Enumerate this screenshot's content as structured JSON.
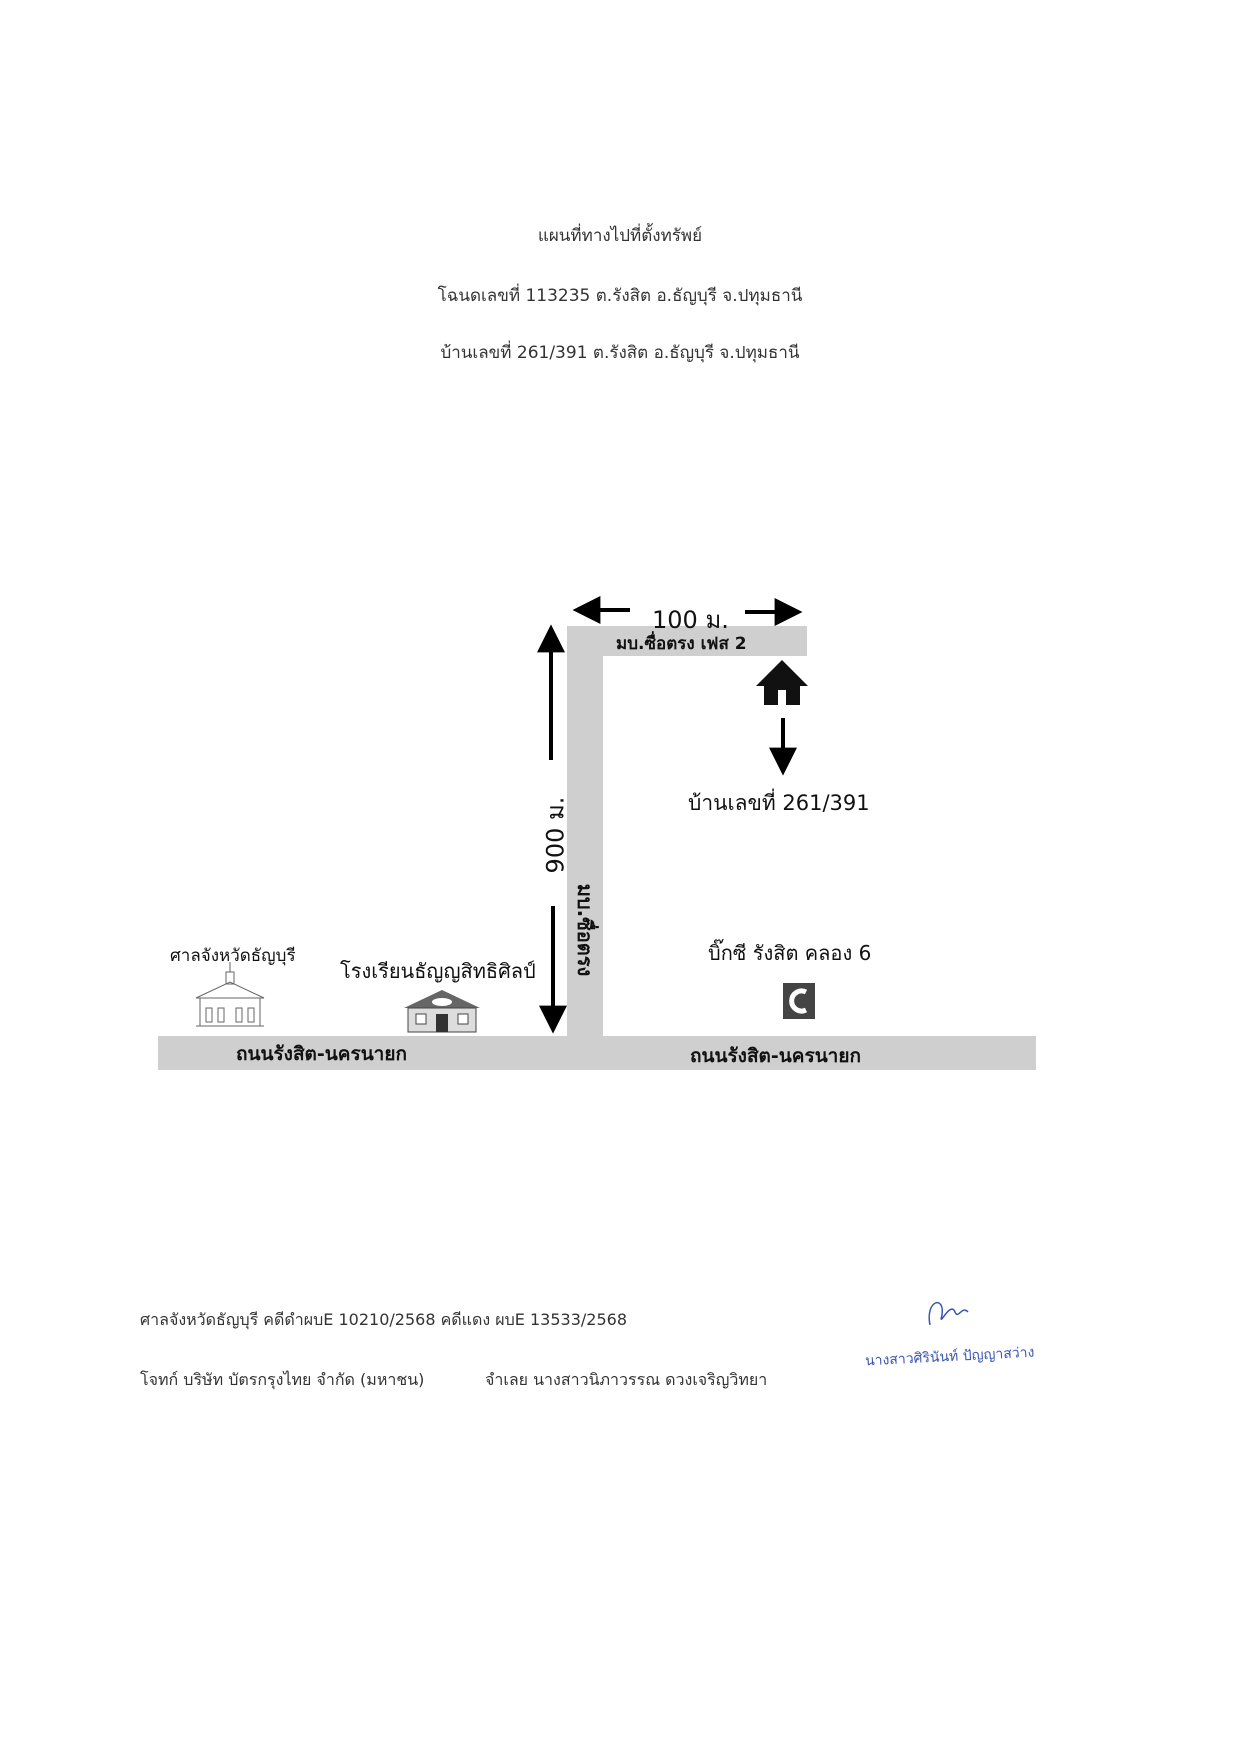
{
  "header": {
    "title": "แผนที่ทางไปที่ตั้งทรัพย์",
    "deed_line": "โฉนดเลขที่ 113235 ต.รังสิต อ.ธัญบุรี  จ.ปทุมธานี",
    "house_line": "บ้านเลขที่ 261/391  ต.รังสิต อ.ธัญบุรี  จ.ปทุมธานี"
  },
  "map": {
    "distance_top": "100 ม.",
    "distance_side": "900 ม.",
    "village_road": "มบ.ซื่อตรง เฟส 2",
    "side_road": "มบ.ซื่อตรง",
    "house_number": "บ้านเลขที่ 261/391",
    "main_road_left": "ถนนรังสิต-นครนายก",
    "main_road_right": "ถนนรังสิต-นครนายก",
    "landmark_court": "ศาลจังหวัดธัญบุรี",
    "landmark_school": "โรงเรียนธัญญสิทธิศิลป์",
    "landmark_bigc": "บิ๊กซี รังสิต คลอง 6",
    "road_color": "#cfcfcf"
  },
  "footer": {
    "case_line": "ศาลจังหวัดธัญบุรี  คดีดำผบE 10210/2568  คดีแดง ผบE 13533/2568",
    "plaintiff": "โจทก์ บริษัท บัตรกรุงไทย จำกัด (มหาชน)",
    "defendant": "จำเลย นางสาวนิภาวรรณ ดวงเจริญวิทยา",
    "signer_name": "นางสาวศิรินันท์ ปัญญาสว่าง"
  }
}
